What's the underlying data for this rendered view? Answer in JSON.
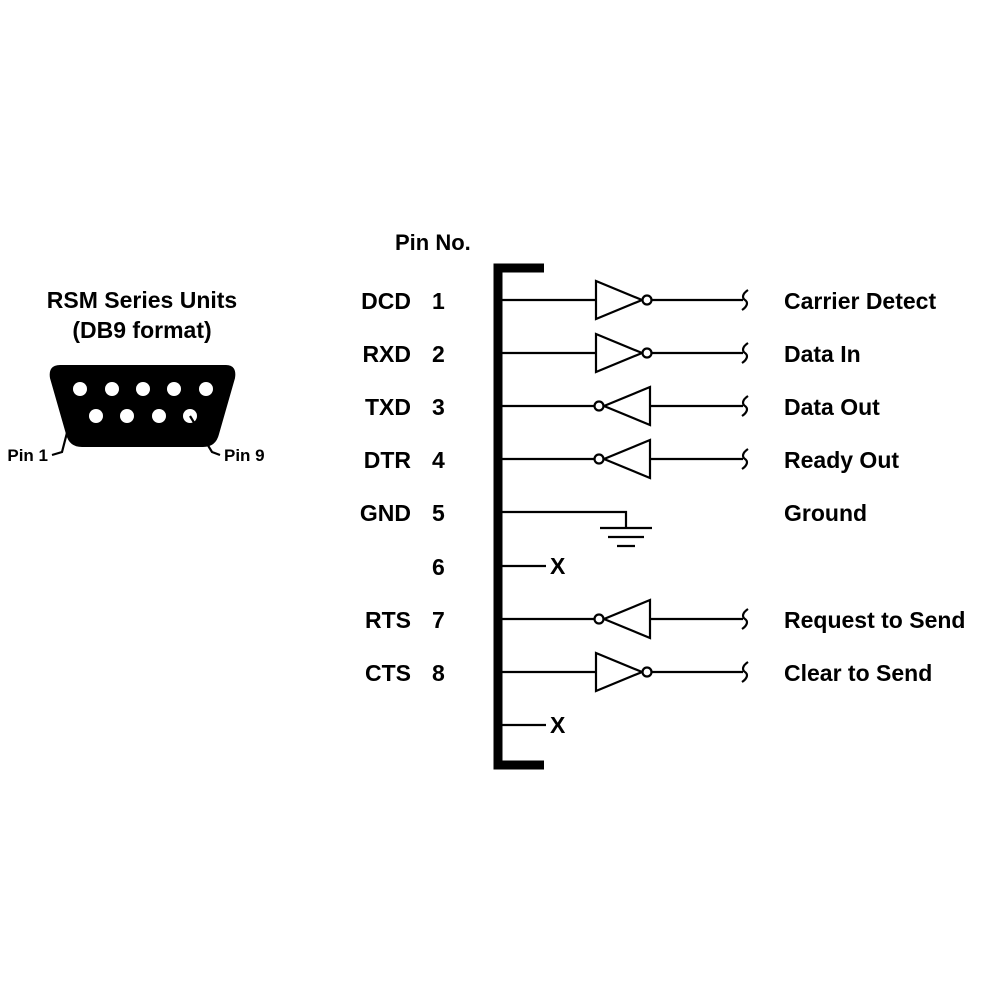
{
  "connector": {
    "title": "RSM Series Units",
    "subtitle": "(DB9 format)",
    "pin_first_label": "Pin 1",
    "pin_last_label": "Pin 9"
  },
  "pinout": {
    "header": "Pin No.",
    "rows": [
      {
        "signal": "DCD",
        "pin": "1",
        "gate": "input",
        "description": "Carrier Detect"
      },
      {
        "signal": "RXD",
        "pin": "2",
        "gate": "input",
        "description": "Data In"
      },
      {
        "signal": "TXD",
        "pin": "3",
        "gate": "output",
        "description": "Data Out"
      },
      {
        "signal": "DTR",
        "pin": "4",
        "gate": "output",
        "description": "Ready Out"
      },
      {
        "signal": "GND",
        "pin": "5",
        "gate": "ground",
        "description": "Ground"
      },
      {
        "signal": "",
        "pin": "6",
        "gate": "nc",
        "description": ""
      },
      {
        "signal": "RTS",
        "pin": "7",
        "gate": "output",
        "description": "Request to Send"
      },
      {
        "signal": "CTS",
        "pin": "8",
        "gate": "input",
        "description": "Clear to Send"
      },
      {
        "signal": "",
        "pin": "",
        "gate": "nc",
        "description": ""
      }
    ],
    "nc_mark": "X"
  }
}
